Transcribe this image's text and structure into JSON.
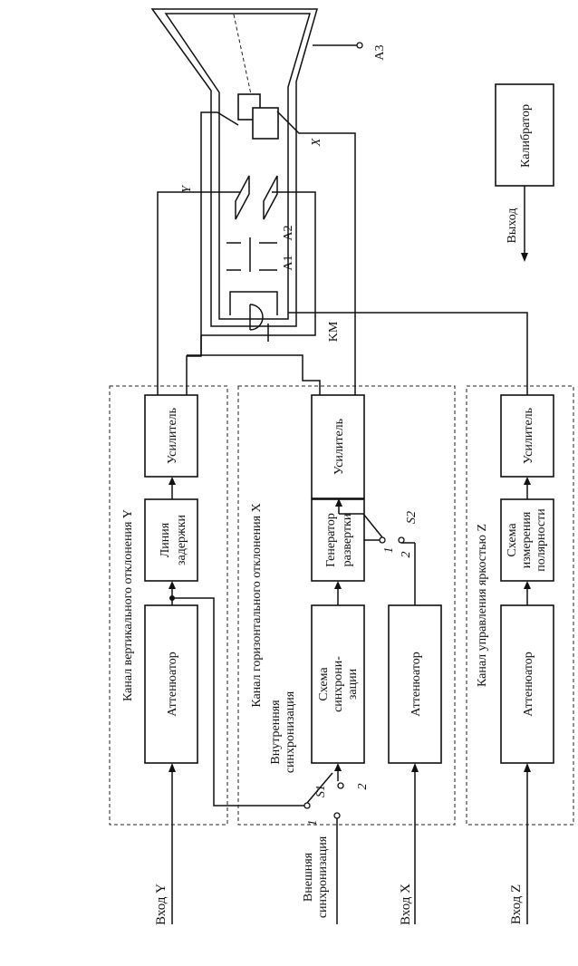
{
  "blocks": {
    "y_attenuator": "Аттенюатор",
    "y_delay_line_1": "Линия",
    "y_delay_line_2": "задержки",
    "y_amplifier": "Усилитель",
    "x_sync_1": "Схема",
    "x_sync_2": "синхрони-",
    "x_sync_3": "зации",
    "x_sweep_1": "Генератор",
    "x_sweep_2": "развертки",
    "x_amplifier": "Усилитель",
    "x_attenuator": "Аттенюатор",
    "z_attenuator": "Аттенюатор",
    "z_polarity_1": "Схема",
    "z_polarity_2": "измерения",
    "z_polarity_3": "полярности",
    "z_amplifier": "Усилитель",
    "calibrator": "Калибратор"
  },
  "channels": {
    "y": "Канал вертикального отклонения Y",
    "x": "Канал горизонтального отклонения X",
    "z": "Канал управления яркостью Z"
  },
  "inputs": {
    "y": "Вход Y",
    "x": "Вход X",
    "z": "Вход Z",
    "ext_sync_1": "Внешняя",
    "ext_sync_2": "синхронизация",
    "int_sync_1": "Внутренняя",
    "int_sync_2": "синхронизация"
  },
  "switches": {
    "s1": "S1",
    "s2": "S2",
    "pos1": "1",
    "pos2": "2"
  },
  "tube": {
    "a1": "A1",
    "a2": "A2",
    "a3": "A3",
    "km": "KM",
    "x": "X",
    "y": "Y"
  },
  "output": "Выход"
}
